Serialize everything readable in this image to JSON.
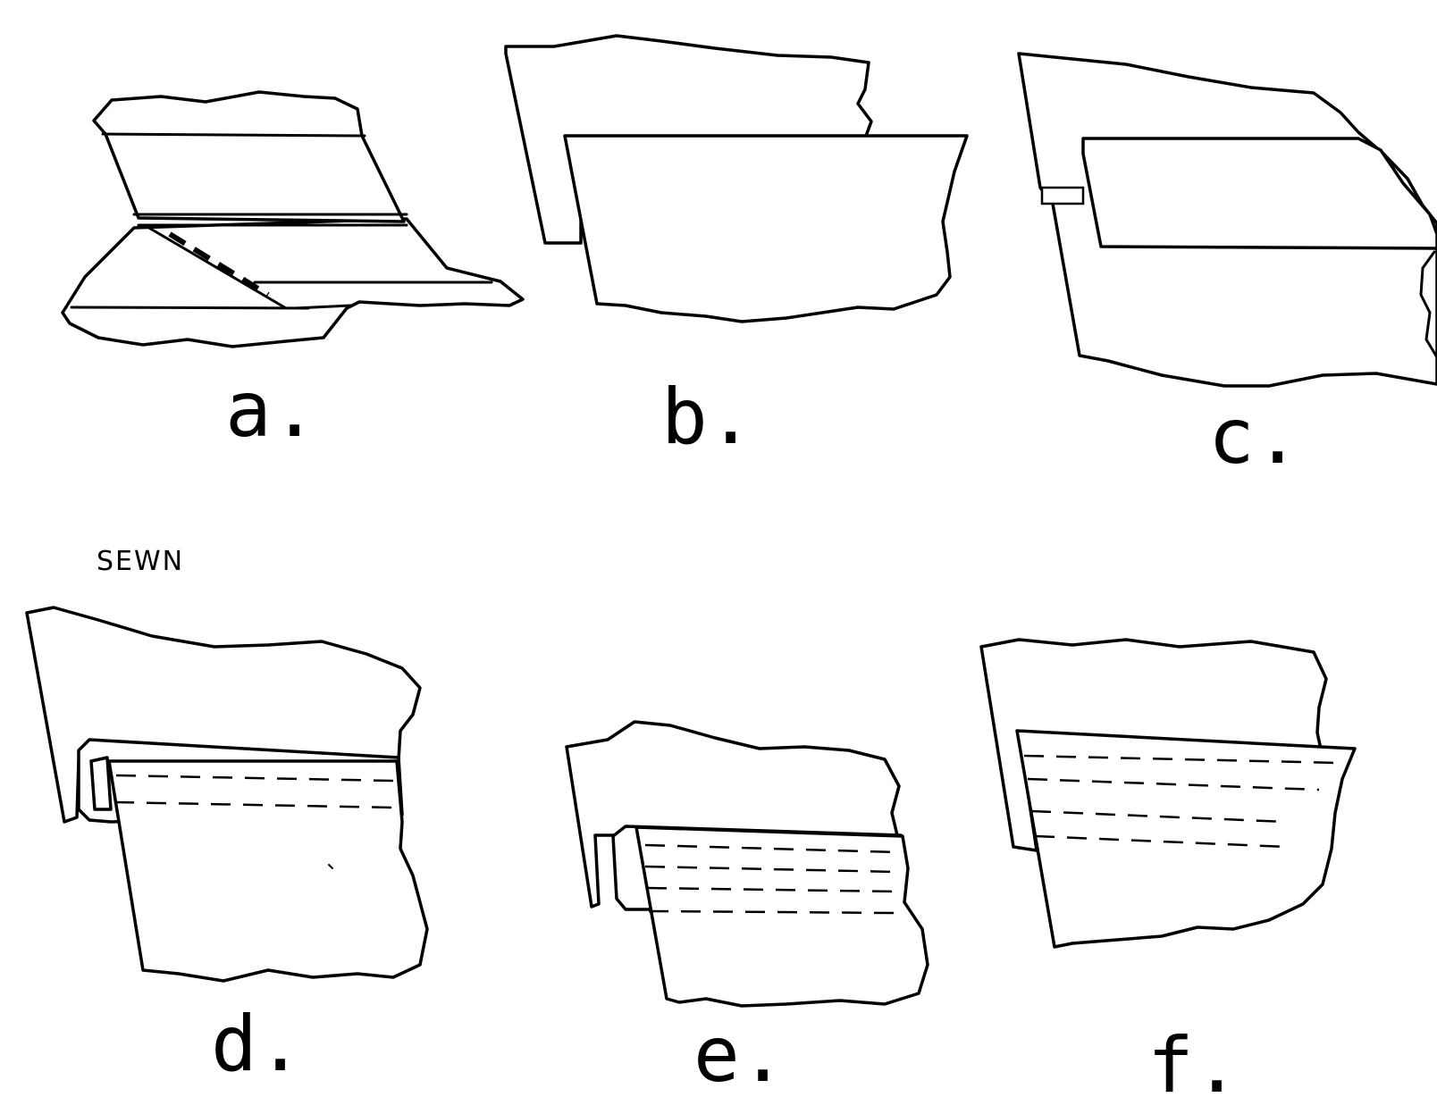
{
  "panels": [
    {
      "id": "a",
      "label": "a."
    },
    {
      "id": "b",
      "label": "b."
    },
    {
      "id": "c",
      "label": "c."
    },
    {
      "id": "d",
      "label": "d."
    },
    {
      "id": "e",
      "label": "e."
    },
    {
      "id": "f",
      "label": "f."
    }
  ],
  "annotations": {
    "sewn": "SEWN"
  }
}
